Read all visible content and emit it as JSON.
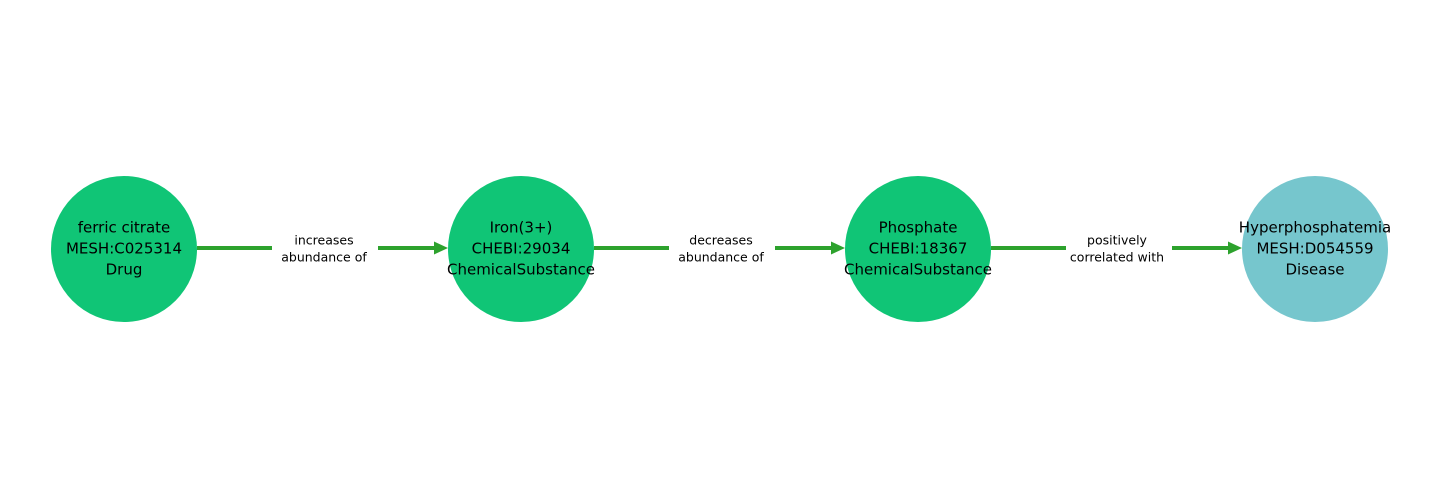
{
  "diagram": {
    "title": "drug-disease mechanism path graph",
    "background_color": "#ffffff",
    "colors": {
      "chemical_drug_node_fill": "#10c576",
      "disease_node_fill": "#76c6cd",
      "edge_arrow": "#2da22d",
      "label_text": "#000000"
    },
    "nodes": [
      {
        "name": "ferric citrate",
        "curie": "MESH:C025314",
        "category": "Drug",
        "lines": {
          "0": "ferric citrate",
          "1": "MESH:C025314",
          "2": "Drug"
        },
        "fill": "#10c576"
      },
      {
        "name": "Iron(3+)",
        "curie": "CHEBI:29034",
        "category": "ChemicalSubstance",
        "lines": {
          "0": "Iron(3+)",
          "1": "CHEBI:29034",
          "2": "ChemicalSubstance"
        },
        "fill": "#10c576"
      },
      {
        "name": "Phosphate",
        "curie": "CHEBI:18367",
        "category": "ChemicalSubstance",
        "lines": {
          "0": "Phosphate",
          "1": "CHEBI:18367",
          "2": "ChemicalSubstance"
        },
        "fill": "#10c576"
      },
      {
        "name": "Hyperphosphatemia",
        "curie": "MESH:D054559",
        "category": "Disease",
        "lines": {
          "0": "Hyperphosphatemia",
          "1": "MESH:D054559",
          "2": "Disease"
        },
        "fill": "#76c6cd"
      }
    ],
    "edges": [
      {
        "source": "ferric citrate",
        "target": "Iron(3+)",
        "predicate": "increases abundance of",
        "label_lines": {
          "0": "increases",
          "1": "abundance of"
        }
      },
      {
        "source": "Iron(3+)",
        "target": "Phosphate",
        "predicate": "decreases abundance of",
        "label_lines": {
          "0": "decreases",
          "1": "abundance of"
        }
      },
      {
        "source": "Phosphate",
        "target": "Hyperphosphatemia",
        "predicate": "positively correlated with",
        "label_lines": {
          "0": "positively",
          "1": "correlated with"
        }
      }
    ]
  }
}
